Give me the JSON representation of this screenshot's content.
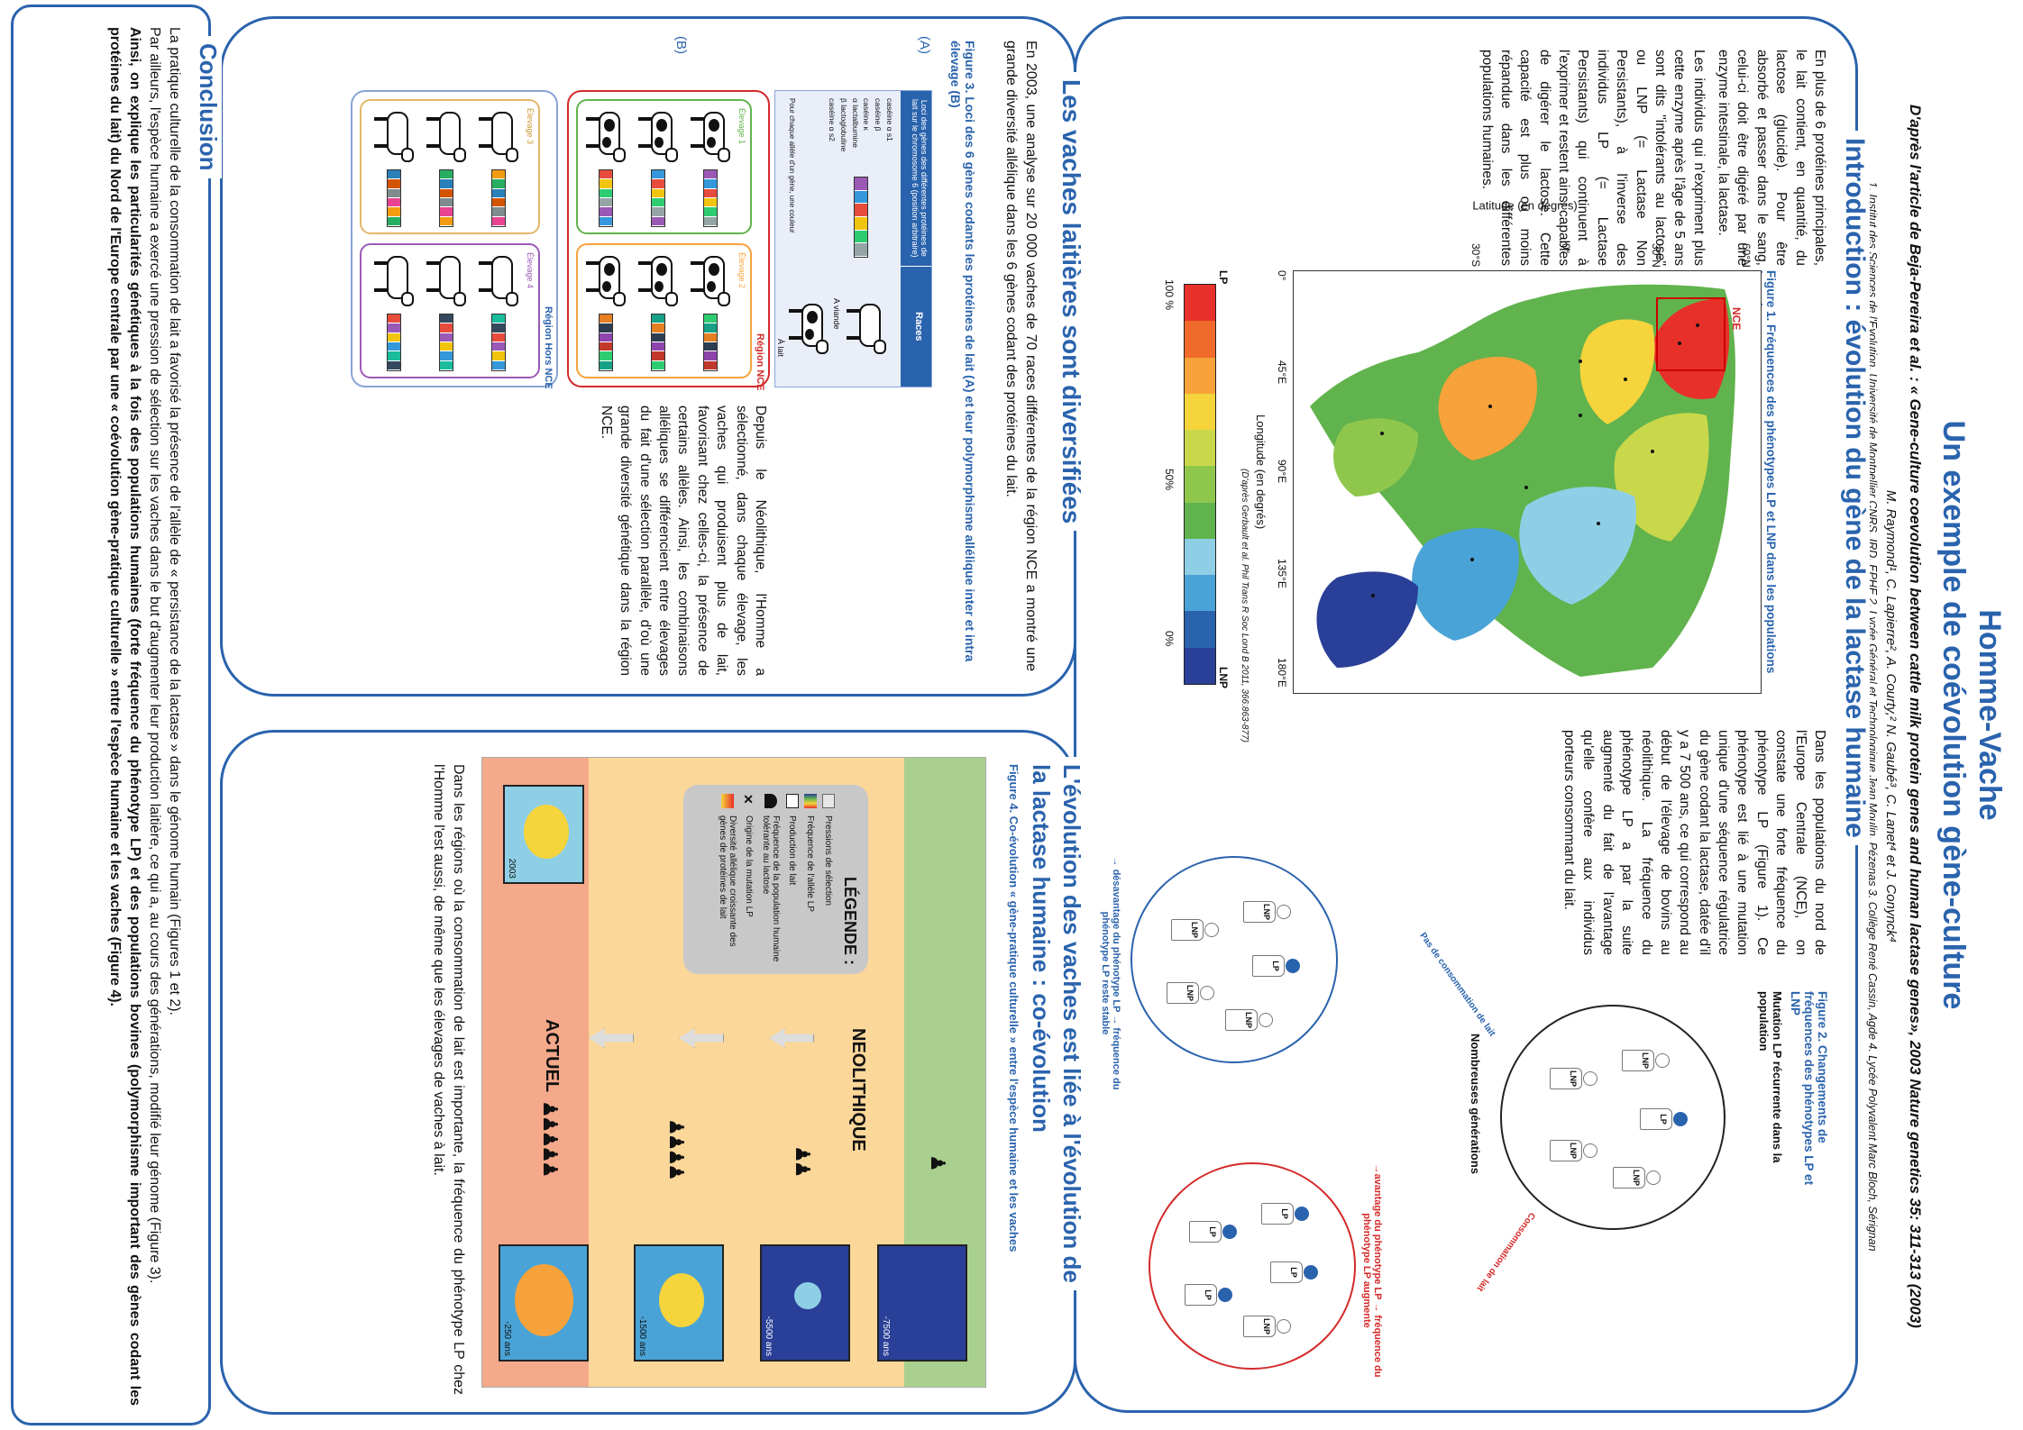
{
  "header": {
    "title_line1": "Homme-Vache",
    "title_line2": "Un exemple de coévolution gène-culture",
    "reference": "D'après l'article de Beja-Pereira et al. : « Gene-culture coevolution between cattle milk protein genes and human lactase genes», 2003 Nature genetics 35: 311-313 (2003)",
    "authors": "M. Raymond¹, C. Lapierre², A. Courty,² N. Gaubé³, C. Lanet⁴ et J. Conynck⁴",
    "affiliations": "1. Institut des Sciences de l'Evolution, Université de Montpellier CNRS, IRD, EPHE  2. Lycée Général et Technologique Jean Moulin, Pézenas 3. Collège René Cassin, Agde 4. Lycée Polyvalent Marc Bloch, Sérignan"
  },
  "intro": {
    "title": "Introduction : évolution du gène de la lactase humaine",
    "p1": "En plus de 6 protéines principales, le lait contient, en quantité, du lactose (glucide). Pour être absorbé et passer dans le sang, celui-ci doit être digéré par une enzyme intestinale, la lactase.",
    "p2": "Les individus qui n'expriment plus cette enzyme après l'âge de 5 ans sont dits \"intolérants au lactose\" ou LNP (= Lactase Non Persistants), à l'inverse des individus LP (= Lactase Persistants) qui continuent à l'exprimer et restent ainsi capables de digérer le lactose. Cette capacité est plus ou moins répandue dans les différentes populations humaines.",
    "p3": "Dans les populations du nord de l'Europe Centrale (NCE), on constate une forte fréquence du phénotype LP (Figure 1). Ce phénotype est lié à une mutation unique d'une séquence régulatrice du gène codant la lactase, datée d'il y a 7 500 ans, ce qui correspond au début de l'élevage de bovins au néolithique. La fréquence du phénotype LP a par la suite augmenté du fait de l'avantage qu'elle confère aux individus porteurs consommant du lait.",
    "fig1_caption": "Figure 1. Fréquences des phénotypes LP et LNP dans les populations humaines",
    "fig1_source": "(D'après Gerbault et al. Phil Trans R Soc Lond B 2011, 366:863-877)",
    "map_ylabel": "Latitude (en degrés)",
    "map_xlabel": "Longitude (en degrés)",
    "map_region": "NCE",
    "lat_ticks": [
      "60°N",
      "30°N",
      "0°",
      "30°S"
    ],
    "lon_ticks": [
      "0°",
      "45°E",
      "90°E",
      "135°E",
      "180°E"
    ],
    "cbar_top": "LP",
    "cbar_bottom": "LNP",
    "cbar_100": "100 %",
    "cbar_50": "50%",
    "cbar_0": "0%",
    "cbar_colors": [
      "#e8302a",
      "#f06b2b",
      "#f7a23a",
      "#f5d43c",
      "#c9d84a",
      "#8fc74d",
      "#61b34d",
      "#8fcfe5",
      "#4aa3d6",
      "#2a63ad",
      "#2a3f97"
    ],
    "fig2_caption": "Figure 2. Changements de fréquences des phénotypes LP et LNP",
    "mutation_label": "Mutation LP récurrente dans la population",
    "generations_label": "Nombreuses générations",
    "milk_label": "Consommation de lait",
    "no_milk_label": "Pas de consommation de lait",
    "advantage_label": "→avantage du phénotype LP → fréquence du phénotype LP augmente",
    "disadvantage_label": "→ désavantage du phénotype LP → fréquence du phénotype LP reste stable",
    "tag_lp": "LP",
    "tag_lnp": "LNP"
  },
  "cows": {
    "title": "Les vaches laitières sont diversifiées",
    "p1": "En 2003, une analyse sur 20 000 vaches de 70 races différentes de la région NCE a montré une grande diversité allélique dans les 6 gènes codant des protéines du lait.",
    "fig3_caption": "Figure 3. Loci des 6 gènes codants les protéines de lait (A) et leur polymorphisme allélique inter et intra élevage (B)",
    "label_a": "(A)",
    "label_b": "(B)",
    "table_col1": "Loci des gènes des différentes protéines de lait sur le chromosome 6 (position arbitraire)",
    "table_col2": "Races",
    "genes": [
      "caséine α s1",
      "caséine β",
      "caséine κ",
      "α lactalbumine",
      "β lactoglobuline",
      "caséine α s2"
    ],
    "breed_1": "A viande",
    "breed_2": "À lait",
    "table_note": "Pour chaque allèle d'un gène, une couleur",
    "region_nce": "Région NCE",
    "region_hors": "Région Hors NCE",
    "elevage_1": "Élevage 1",
    "elevage_2": "Élevage 2",
    "elevage_3": "Élevage 3",
    "elevage_4": "Élevage 4",
    "p2": "Depuis le Néolithique, l'Homme a sélectionné, dans chaque élevage, les vaches qui produisent plus de lait, favorisant chez celles-ci, la présence de certains allèles. Ainsi, les combinaisons alléliques se différencient entre élevages du fait d'une sélection parallèle, d'où une grande diversité génétique dans la région NCE."
  },
  "coevo": {
    "title_line1": "L'évolution des vaches est liée à l'évolution de",
    "title_line2": "la lactase humaine : co-évolution",
    "fig4_caption": "Figure 4. Co-évolution « gène-pratique culturelle » entre l'espèce humaine et les vaches",
    "neolithique": "NEOLITHIQUE",
    "actuel": "ACTUEL",
    "legend_title": "LÉGENDE :",
    "legend_items": [
      "Pressions de sélection",
      "Fréquence de l'allèle LP",
      "Production de lait",
      "Fréquence de la population humaine tolérante au lactose",
      "Origine de la mutation LP",
      "Diversité allélique croissante des gènes de protéines de lait"
    ],
    "year_labels": [
      "-7500 ans",
      "-5500 ans",
      "-1500 ans",
      "-250 ans",
      "2003"
    ],
    "p1": "Dans les régions où la consommation de lait est importante, la fréquence du phénotype LP chez l'Homme l'est aussi, de même que les élevages de vaches à lait."
  },
  "conclusion": {
    "title": "Conclusion",
    "p1": "La pratique culturelle de la consommation de lait a favorisé la présence de l'allèle de « persistance de la lactase » dans le génome humain (Figures 1 et 2).",
    "p2": "Par ailleurs, l'espèce humaine a exercé une pression de sélection sur les vaches dans le but d'augmenter leur production laitière, ce qui a, au cours des générations, modifié leur génome (Figure 3).",
    "p3": "Ainsi, on explique les particularités génétiques à la fois des populations humaines (forte fréquence du phénotype LP) et des populations bovines (polymorphisme important des gènes codant les protéines du lait) du Nord de l'Europe centrale par une « coévolution gène-pratique culturelle » entre l'espèce humaine et les vaches (Figure 4)."
  }
}
